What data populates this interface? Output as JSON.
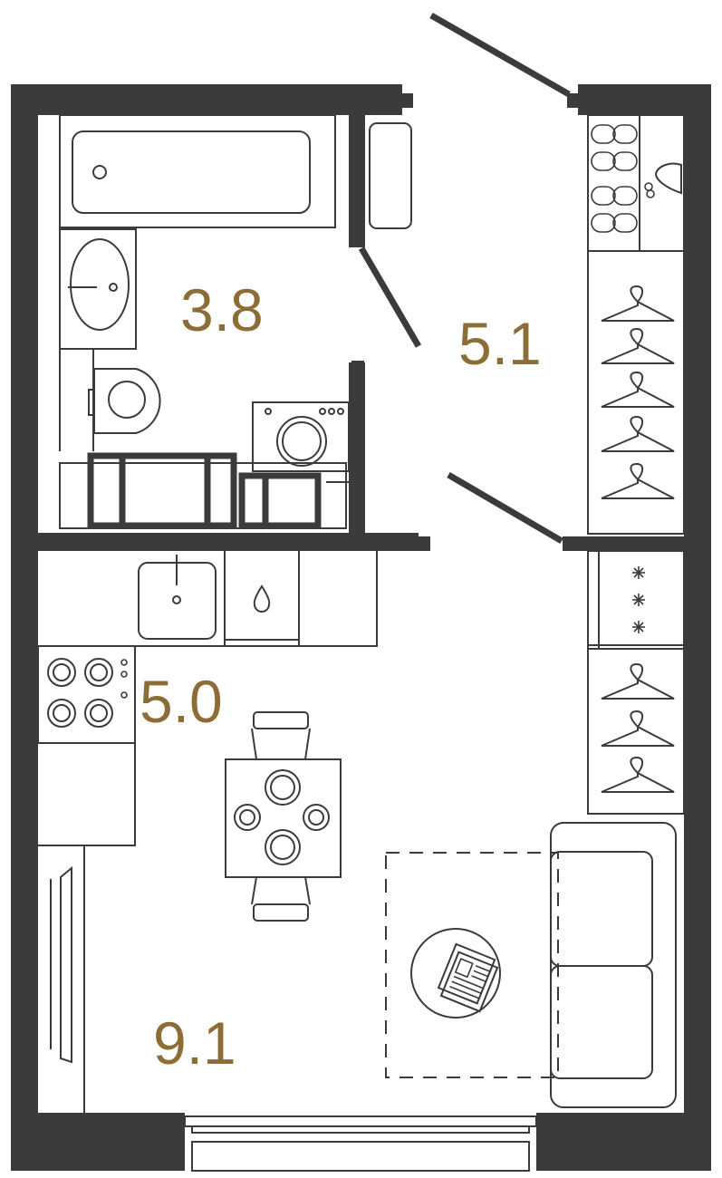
{
  "colors": {
    "wall": "#3c3b39",
    "label": "#8c6d35",
    "background": "#ffffff"
  },
  "rooms": [
    {
      "id": "bathroom",
      "area": "3.8"
    },
    {
      "id": "hallway",
      "area": "5.1"
    },
    {
      "id": "kitchen",
      "area": "5.0"
    },
    {
      "id": "living",
      "area": "9.1"
    }
  ],
  "icons": [
    "bathtub-icon",
    "washbasin-icon",
    "toilet-icon",
    "washing-machine-icon",
    "kitchen-sink-icon",
    "water-heater-icon",
    "stove-icon",
    "dining-table-icon",
    "chair-icon",
    "sofa-icon",
    "carpet-icon",
    "hanger-icon",
    "slippers-icon",
    "cap-icon",
    "radiator-icon",
    "window-icon",
    "air-conditioner-icon"
  ]
}
